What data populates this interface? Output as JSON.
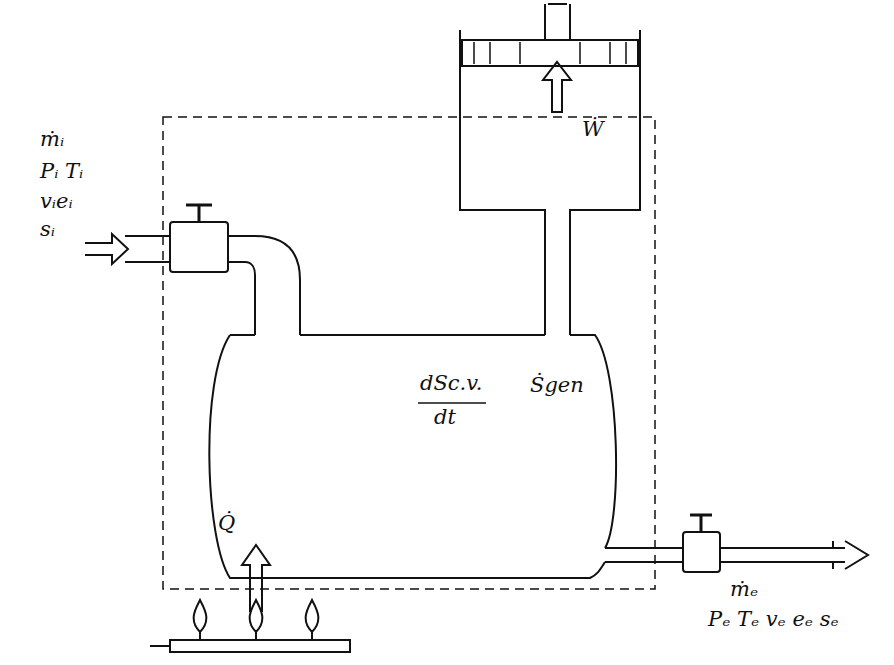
{
  "diagram": {
    "labels": [
      "ṁᵢ",
      "Pᵢ Tᵢ",
      "vᵢeᵢ",
      "sᵢ",
      "Ẇ",
      "dSc.v.",
      "dt",
      "Ṡgen",
      "Q̇",
      "ṁₑ",
      "Pₑ Tₑ vₑ eₑ sₑ"
    ]
  }
}
